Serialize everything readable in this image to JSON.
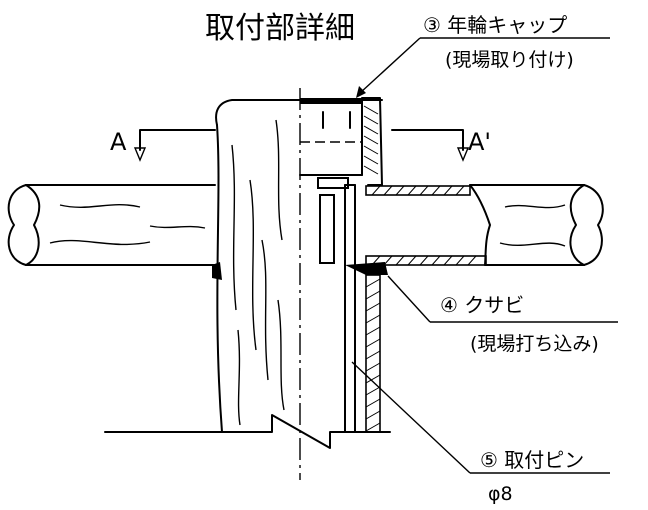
{
  "title": "取付部詳細",
  "callouts": {
    "cap_name": "③ 年輪キャップ",
    "cap_note": "(現場取り付け)",
    "wedge_name": "④ クサビ",
    "wedge_note": "(現場打ち込み)",
    "pin_name": "⑤ 取付ピン",
    "pin_dia": "φ8"
  },
  "section": {
    "left": "A",
    "right": "A'"
  }
}
